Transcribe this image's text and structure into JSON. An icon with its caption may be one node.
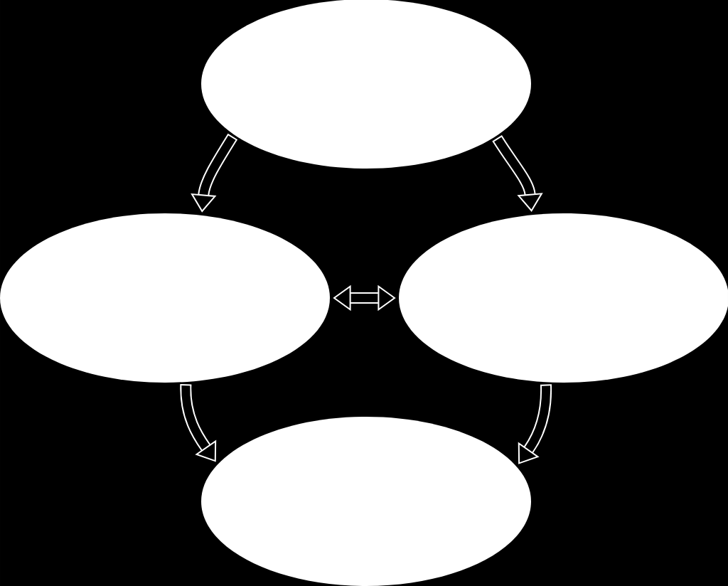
{
  "diagram": {
    "nodes": [
      {
        "text": [],
        "shape": "ellipse"
      },
      {
        "text": [],
        "shape": "ellipse"
      },
      {
        "text": [],
        "shape": "ellipse"
      },
      {
        "text": [],
        "shape": "ellipse"
      }
    ],
    "edges": [
      {
        "from": 0,
        "to": 1,
        "arrow": "to"
      },
      {
        "from": 0,
        "to": 2,
        "arrow": "to"
      },
      {
        "from": 1,
        "to": 2,
        "arrow": "both"
      },
      {
        "from": 1,
        "to": 3,
        "arrow": "to"
      },
      {
        "from": 2,
        "to": 3,
        "arrow": "to"
      }
    ]
  }
}
